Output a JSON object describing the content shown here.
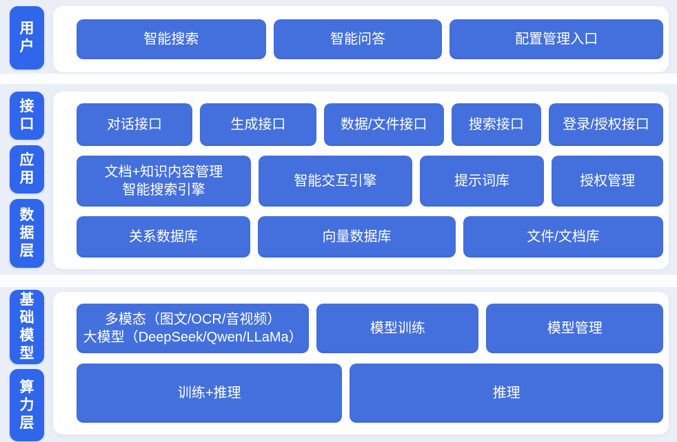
{
  "colors": {
    "band_bg": "#e9eef7",
    "panel_bg": "#ffffff",
    "layer_label_bg": "#2f66ea",
    "box_bg": "#4470dd",
    "text": "#ffffff"
  },
  "sections": [
    {
      "labels": [
        "用户"
      ],
      "rows": [
        [
          "智能搜索",
          "智能问答",
          "配置管理入口"
        ]
      ]
    },
    {
      "labels": [
        "接口",
        "应用",
        "数据层"
      ],
      "rows": [
        [
          "对话接口",
          "生成接口",
          "数据/文件接口",
          "搜索接口",
          "登录/授权接口"
        ],
        [
          "文档+知识内容管理\n智能搜索引擎",
          "智能交互引擎",
          "提示词库",
          "授权管理"
        ],
        [
          "关系数据库",
          "向量数据库",
          "文件/文档库"
        ]
      ]
    },
    {
      "labels": [
        "基础模型",
        "算力层"
      ],
      "rows": [
        [
          "多模态（图文/OCR/音视频）\n大模型（DeepSeek/Qwen/LLaMa）",
          "模型训练",
          "模型管理"
        ],
        [
          "训练+推理",
          "推理"
        ]
      ]
    }
  ]
}
